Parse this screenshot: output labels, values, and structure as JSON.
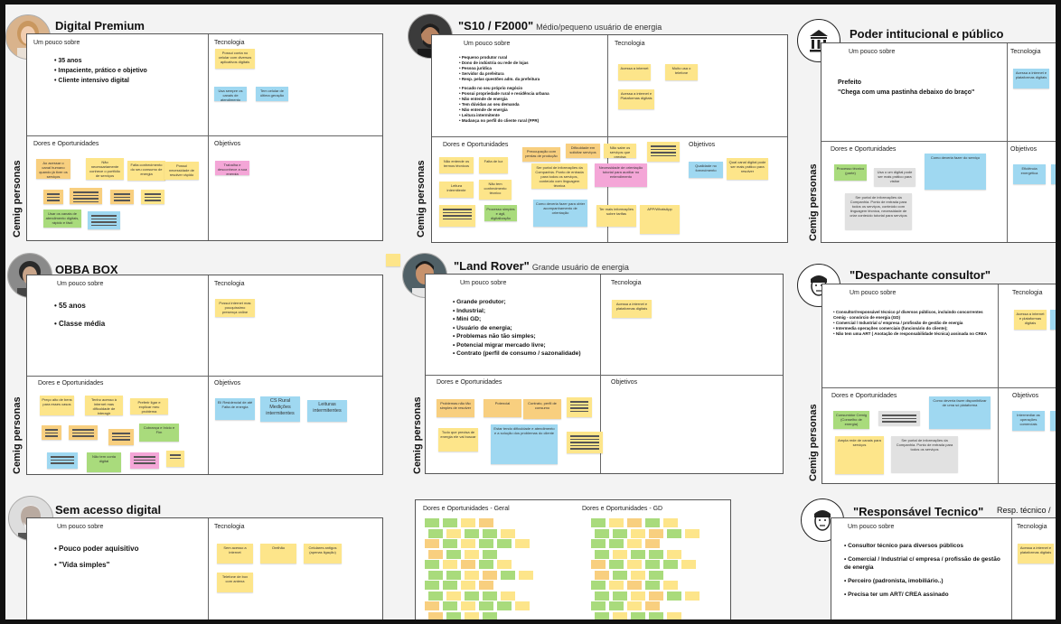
{
  "personas": {
    "digital_premium": {
      "title": "Digital Premium",
      "um_pouco_sobre": "Um pouco sobre",
      "tecnologia": "Tecnologia",
      "dores": "Dores e Oportunidades",
      "objetivos": "Objetivos",
      "side": "Cemig personas",
      "bullets": [
        "35 anos",
        "Impaciente, prático e objetivo",
        "Cliente intensivo digital"
      ]
    },
    "s10": {
      "title": "\"S10 / F2000\"",
      "subtitle": "Médio/pequeno usuário de energia",
      "um_pouco_sobre": "Um pouco sobre",
      "tecnologia": "Tecnologia",
      "dores": "Dores e Oportunidades",
      "objetivos": "Objetivos",
      "side": "Cemig personas",
      "bullets": [
        "Pequeno produtor rural",
        "Dono de indústria ou rede de lojas",
        "Pessoa jurídica",
        "Servidor da prefeitura",
        "Resp. pelas questões adm. da prefeitura",
        "Focado no seu próprio negócio",
        "Possui propriedade rural e residência urbana",
        "Não entende de energia",
        "Tem dúvidas ao seu demanda",
        "Não entende de energia",
        "Leitura intermitente",
        "Mudança no perfil do cliente rural (FPR)"
      ]
    },
    "poder": {
      "title": "Poder intitucional e público",
      "um_pouco_sobre": "Um pouco sobre",
      "tecnologia": "Tecnologia",
      "dores": "Dores e Oportunidades",
      "objetivos": "Objetivos",
      "side": "Cemig personas",
      "role": "Prefeito",
      "quote": "\"Chega com uma pastinha debaixo do braço\""
    },
    "obba": {
      "title": "OBBA BOX",
      "um_pouco_sobre": "Um pouco sobre",
      "tecnologia": "Tecnologia",
      "dores": "Dores e Oportunidades",
      "objetivos": "Objetivos",
      "side": "Cemig personas",
      "bullets": [
        "55 anos",
        "Classe média"
      ]
    },
    "land": {
      "title": "\"Land Rover\"",
      "subtitle": "Grande usuário de energia",
      "um_pouco_sobre": "Um pouco sobre",
      "tecnologia": "Tecnologia",
      "dores": "Dores e Oportunidades",
      "objetivos": "Objetivos",
      "side": "Cemig personas",
      "bullets": [
        "Grande produtor;",
        "Industrial;",
        "Mini GD;",
        "Usuário de energia;",
        "Problemas não tão simples;",
        "Potencial migrar mercado livre;",
        "Contrato (perfil de consumo / sazonalidade)"
      ]
    },
    "despachante": {
      "title": "\"Despachante consultor\"",
      "um_pouco_sobre": "Um pouco sobre",
      "tecnologia": "Tecnologia",
      "dores": "Dores e Oportunidades",
      "objetivos": "Objetivos",
      "side": "Cemig personas",
      "bullets": [
        "Consultor/responsável técnico p/ diversos públicos, incluindo concorrentes Cemig - consórcio de energia (GD)",
        "Comercial / Industrial c/ empresa / profissão de gestão de energia",
        "Intermedia operações comerciais (funcionário do cliente);",
        "Não tem uma ART ( Anotação de responsabilidade técnica) assinada no CREA"
      ]
    },
    "sem_acesso": {
      "title": "Sem acesso digital",
      "um_pouco_sobre": "Um pouco sobre",
      "tecnologia": "Tecnologia",
      "bullets": [
        "Pouco poder aquisitivo",
        "\"Vida simples\""
      ]
    },
    "responsavel": {
      "title": "\"Responsável Tecnico\"",
      "subtitle": "Resp. técnico /",
      "um_pouco_sobre": "Um pouco sobre",
      "tecnologia": "Tecnologia",
      "bullets": [
        "Consultor técnico para diversos públicos",
        "Comercial / Industrial c/ empresa / profissão de gestão de energia",
        "Perceiro (padronista, imobiliário..)",
        "Precisa ter um ART/ CREA assinado"
      ]
    }
  },
  "notes": {
    "dp_tech1": "Possui conta no celular com diversos aplicativos digitais",
    "dp_tech2": "Usa sempre os canais de atendimento",
    "dp_tech3": "Tem celular de última geração",
    "dp_d1": "Ao acessar o canal humano quando já tiver os serviços",
    "dp_d2": "Não necessariamente conhece o portfólio de serviços",
    "dp_d3": "Falta conhecimento do seu consumo de energia",
    "dp_d4": "Possui necessidade de resolver rápido",
    "dp_d5": "Trabalha e desconhece a sua energia",
    "dp_o1": "Usar os canais de atendimento digitais, rápido e fácil",
    "s10_t1": "Acessa a internet",
    "s10_t2": "Muito usa o telefone",
    "s10_t3": "Acessa a internet e Plataformas digitais",
    "s10_d1": "Não entende os termos técnicos",
    "s10_d2": "Falta de luz",
    "s10_d3": "Leitura intermitente",
    "s10_d4": "Não tem conhecimento técnico",
    "s10_d5": "Preocupação com perdas de produção",
    "s10_d6": "Dificuldade em solicitar serviços",
    "s10_d7": "Não sabe os serviços que precisa",
    "s10_d8": "Ser portal de informações da Companhia. Ponto de entrada para todos os serviços, conteúdo com linguagem técnica",
    "s10_d9": "Necessidade de orientação tutorial para auxiliar no entendimento",
    "s10_d10": "Processo simples e ágil, digitalização",
    "s10_d11": "Como deveria fazer para obter acompanhamento de orientação",
    "s10_d12": "Ter mais informações sobre tarifas",
    "s10_d13": "APP/WhatsApp",
    "s10_o1": "Qualidade no fornecimento",
    "s10_o2": "Qual canal digital pode ser mais prático para resolver",
    "po_t1": "Acessa a internet e plataformas digitais",
    "po_d1": "Processo técnico (parte)",
    "po_d2": "Usa o um digital pode ser mais prático para visitar",
    "po_d3": "Como deveria fazer do serviço",
    "po_d4": "Ser portal de informações da Companhia. Ponto de entrada para todos os serviços, conteúdo com linguagem técnica, necessidade de criar conteúdo tutorial para serviços",
    "po_o1": "Eficiência energética",
    "ob_t1": "Possui internet mas pouquíssimo presença online",
    "ob_d1": "Preço alto de bens para esses casos",
    "ob_d2": "Tenho acesso à internet mas dificuldade de interagir",
    "ob_d3": "Preferir ligar e explicar meu problema",
    "ob_d4": "Cobrança e Inicio e Fim",
    "ob_d5": "Não tem conta digital",
    "ob_o1": "Eli Residencial de até Falta de energia",
    "ob_o2": "CS Rural Medições intermitentes",
    "ob_o3": "Leituras intermitentes",
    "lr_t1": "Acessa a internet e plataformas digitais",
    "lr_d1": "Problemas não tão simples de resolver",
    "lr_d2": "Potencial",
    "lr_d3": "Contrato, perfil de consumo",
    "lr_d4": "Tudo que precisa de energia ele vai buscar",
    "lr_d5": "Estar tendo dificuldade e atendimento e a solução dos problemas do cliente",
    "de_t1": "Acessa a internet e plataformas digitais",
    "de_d1": "Consumidor Cemig (Conselho de energia)",
    "de_d2": "Como deveria fazer disponibilizar de uma só plataforma",
    "de_d3": "Ser portal de informações da Companhia. Ponto de entrada para todos os serviços",
    "de_d4": "Ampla rede de canais para serviços",
    "de_o1": "Intermediar as operações comerciais",
    "sa_t1": "Sem acesso a internet",
    "sa_t2": "Orelhão",
    "sa_t3": "Celulares antigos (apenas ligação)",
    "sa_t4": "Telefone de box com antena",
    "rt_t1": "Acessa a internet e plataformas digitais",
    "gen_d1": "Dores e Oportunidades - Geral",
    "gen_d2": "Dores e Oportunidades - GD"
  }
}
